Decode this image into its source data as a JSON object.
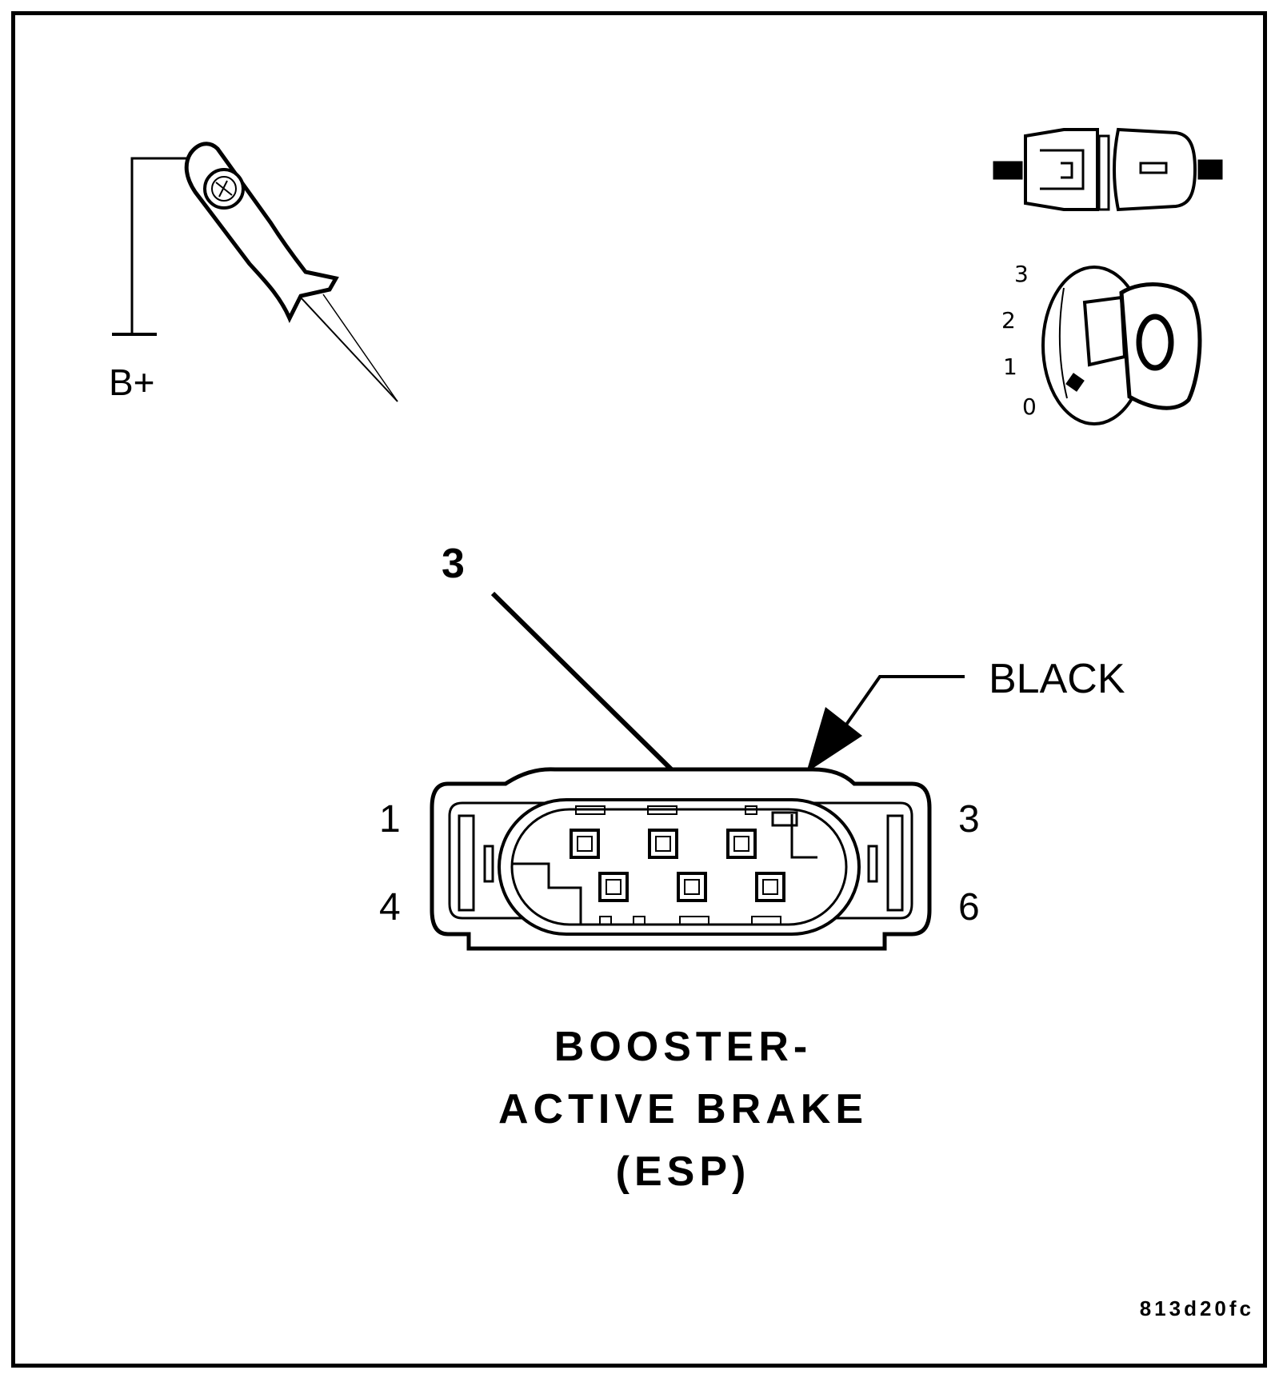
{
  "probe": {
    "supply_label": "B+"
  },
  "ignition": {
    "positions": [
      "3",
      "2",
      "1",
      "0"
    ],
    "key_mark": "O"
  },
  "callout": {
    "pin_label": "3",
    "color_label": "BLACK"
  },
  "connector": {
    "pin_numbers": {
      "top_left": "1",
      "top_right": "3",
      "bottom_left": "4",
      "bottom_right": "6"
    },
    "title_lines": [
      "BOOSTER-",
      "ACTIVE BRAKE",
      "(ESP)"
    ]
  },
  "figure_id": "813d20fc"
}
